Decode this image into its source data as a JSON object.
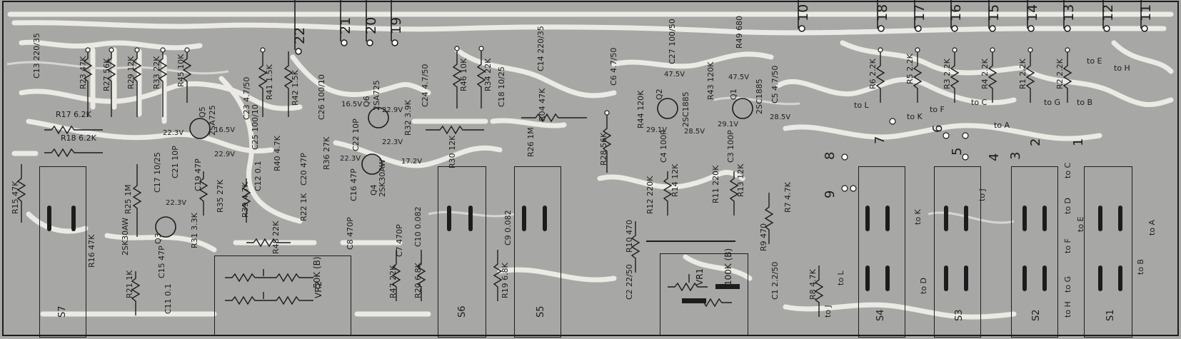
{
  "pins": [
    "22",
    "21",
    "20",
    "19",
    "10",
    "18",
    "17",
    "16",
    "15",
    "14",
    "13",
    "12",
    "11"
  ],
  "resistors": {
    "R23": "R23 47K",
    "R27": "R27 56K",
    "R29": "R29 12K",
    "R33": "R33 22K",
    "R45": "R45 10K",
    "R41": "R41 1.5K",
    "R42": "R42 1.5K",
    "R17": "R17 6.2K",
    "R18": "R18 6.2K",
    "R40": "R40 4.7K",
    "R36": "R36 27K",
    "R32": "R32 3.9K",
    "R46": "R46 10K",
    "R34": "R34 22K",
    "R30": "R30 12K",
    "R26": "R26 1M",
    "R04": "R04 47K",
    "R28": "R28 56K",
    "R44": "R44 120K",
    "R43": "R43 120K",
    "R49": "R49 680",
    "R6": "R6 2.2K",
    "R5": "R5 2.2K",
    "R3": "R3 2.2K",
    "R4": "R4 2.2K",
    "R1": "R1 2.2K",
    "R2": "R2 2.2K",
    "R15": "R15 47K",
    "R25": "R25 1M",
    "R35": "R35 27K",
    "R39": "R39 4.7K",
    "R22": "R22 1K",
    "R31": "R31 3.3K",
    "R16": "R16 47K",
    "R48": "R48 22K",
    "R21": "R21 1K",
    "R12": "R12 220K",
    "R14": "R14 12K",
    "R11": "R11 220K",
    "R13": "R13 12K",
    "R7": "R7 4.7K",
    "R9": "R9 470",
    "R10": "R10 470",
    "R8": "R8 4.7K",
    "R47": "R47 22K",
    "R20": "R20 6.8K",
    "R19": "R19 6.8K"
  },
  "capacitors": {
    "C13": "C13 220/35",
    "C23": "C23 4.7/50",
    "C25": "C25 100/10",
    "C26": "C26 100/10",
    "C24": "C24 4.7/50",
    "C18": "C18 10/25",
    "C14": "C14 220/35",
    "C6": "C6 4.7/50",
    "C27": "C27 100/50",
    "C5": "C5 4.7/50",
    "C21": "C21 10P",
    "C17": "C17 10/25",
    "C19": "C19 47P",
    "C12": "C12 0.1",
    "C20": "C20 47P",
    "C22": "C22 10P",
    "C16": "C16 47P",
    "C4": "C4 100P",
    "C3": "C3 100P",
    "C15": "C15 47P",
    "C11": "C11 0.1",
    "C8": "C8 470P",
    "C7": "C7 470P",
    "C10": "C10 0.082",
    "C9": "C9 0.082",
    "C2": "C2 22/50",
    "C1": "C1 2.2/50"
  },
  "transistors": {
    "Q5": "Q5",
    "Q5_type": "2SA725",
    "Q6": "Q6",
    "Q6_type": "2SA725",
    "Q2": "Q2",
    "Q2_type": "2SC1885",
    "Q1": "Q1",
    "Q1_type": "2SC1885",
    "Q4": "Q4",
    "Q4_type": "2SK30AW",
    "Q3": "Q3",
    "Q3_type": "2SK30AW"
  },
  "voltages": {
    "v1": "16.5V",
    "v2": "22.3V",
    "v3": "22.9V",
    "v4": "22.3V",
    "v5": "16.5V",
    "v6": "22.9V",
    "v7": "22.3V",
    "v8": "22.3V",
    "v9": "17.2V",
    "v10": "47.5V",
    "v11": "47.5V",
    "v12": "29.1V",
    "v13": "28.5V",
    "v14": "29.1V",
    "v15": "28.5V"
  },
  "switches": [
    "S7",
    "S6",
    "S5",
    "S4",
    "S3",
    "S2",
    "S1"
  ],
  "pots": {
    "vr2_label": "VR2",
    "vr2_value": "50K (B)",
    "vr1_label": "VR1",
    "vr1_value": "100K (B)"
  },
  "jump_labels": [
    "to L",
    "to K",
    "to F",
    "to C",
    "to A",
    "to G",
    "to B",
    "to E",
    "to H",
    "to J",
    "to K",
    "to L",
    "to D",
    "to J",
    "to D",
    "to E",
    "to F",
    "to G",
    "to C",
    "to A",
    "to B",
    "to H"
  ],
  "pad_numbers": [
    "8",
    "7",
    "9",
    "6",
    "5",
    "4",
    "3",
    "2",
    "1"
  ]
}
